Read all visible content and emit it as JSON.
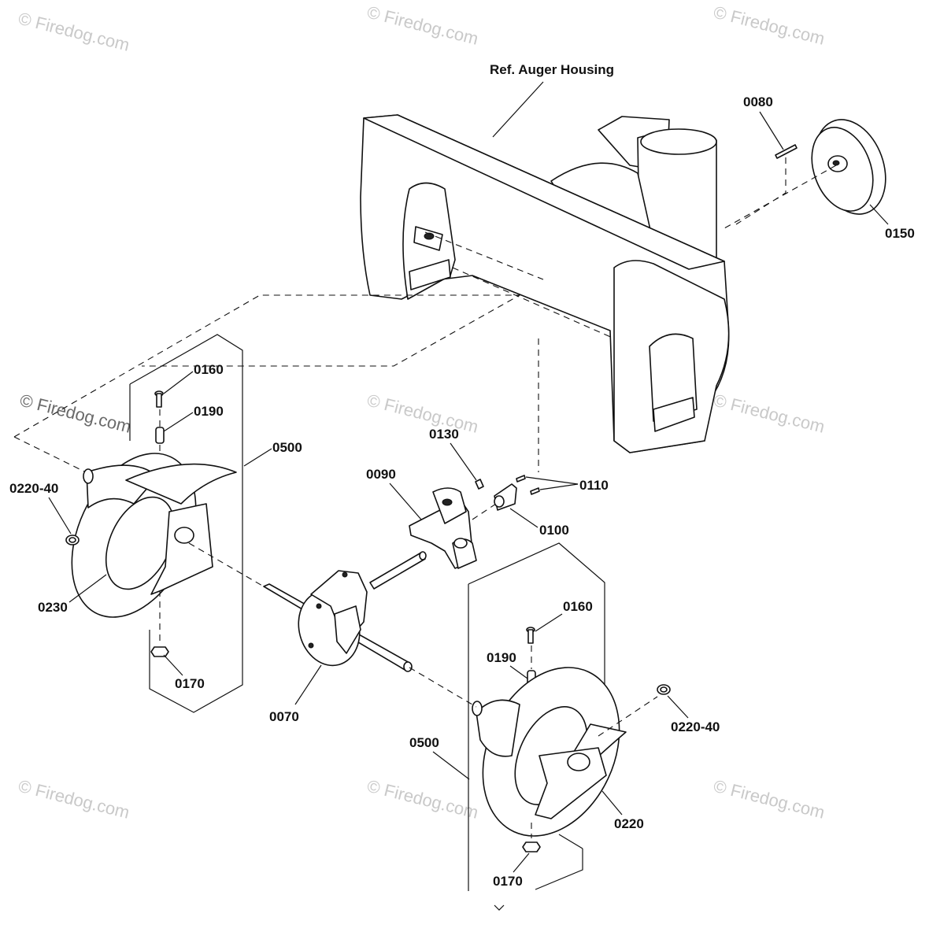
{
  "diagram": {
    "title": "Ref. Auger Housing",
    "labels": {
      "p0080": "0080",
      "p0150": "0150",
      "p0160_left": "0160",
      "p0190_left": "0190",
      "p0500_left": "0500",
      "p0220_40_left": "0220-40",
      "p0230": "0230",
      "p0170_left": "0170",
      "p0130": "0130",
      "p0090": "0090",
      "p0110": "0110",
      "p0100": "0100",
      "p0070": "0070",
      "p0160_right": "0160",
      "p0190_right": "0190",
      "p0500_right": "0500",
      "p0220_40_right": "0220-40",
      "p0220": "0220",
      "p0170_right": "0170"
    }
  },
  "watermarks": {
    "faint": "© Firedog.com",
    "dark": "© Firedog.com"
  }
}
